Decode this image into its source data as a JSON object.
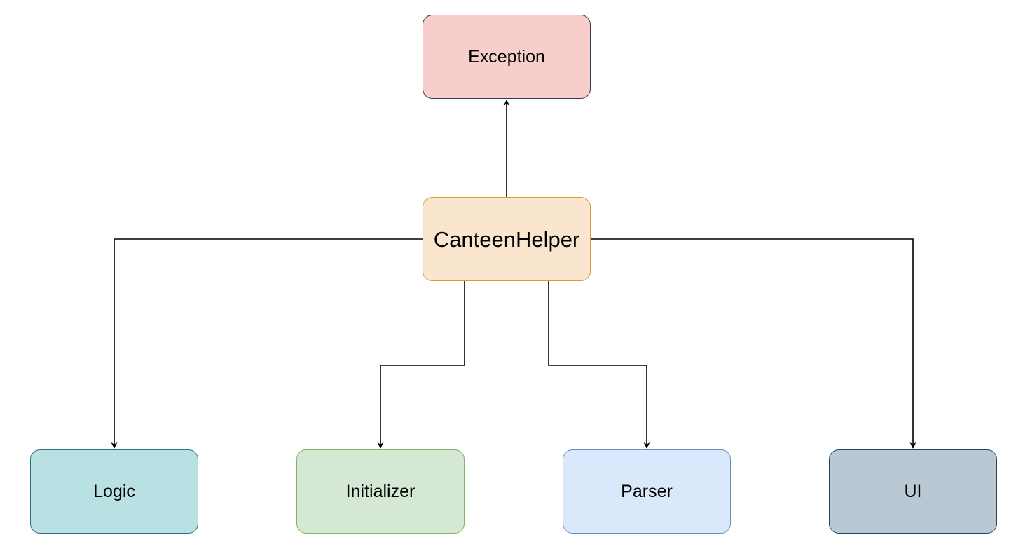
{
  "diagram": {
    "nodes": [
      {
        "id": "exception",
        "label": "Exception",
        "fill": "#f8cecc",
        "stroke": "#36393d"
      },
      {
        "id": "canteen",
        "label": "CanteenHelper",
        "fill": "#fae5cf",
        "stroke": "#d79b3a"
      },
      {
        "id": "logic",
        "label": "Logic",
        "fill": "#b9e1e3",
        "stroke": "#2f6f80"
      },
      {
        "id": "initializer",
        "label": "Initializer",
        "fill": "#d5e8d4",
        "stroke": "#82b366"
      },
      {
        "id": "parser",
        "label": "Parser",
        "fill": "#dae8fc",
        "stroke": "#6c8ebf"
      },
      {
        "id": "ui",
        "label": "UI",
        "fill": "#bac8d3",
        "stroke": "#23445d"
      }
    ],
    "edges": [
      {
        "from": "canteen",
        "to": "exception"
      },
      {
        "from": "canteen",
        "to": "logic"
      },
      {
        "from": "canteen",
        "to": "initializer"
      },
      {
        "from": "canteen",
        "to": "parser"
      },
      {
        "from": "canteen",
        "to": "ui"
      }
    ],
    "edge_color": "#000000"
  }
}
